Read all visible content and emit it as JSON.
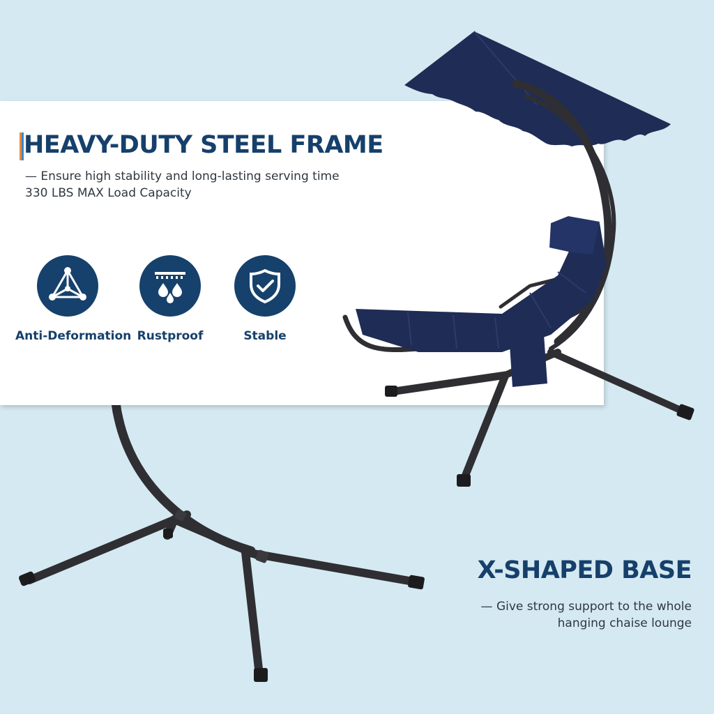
{
  "heading_top": "HEAVY-DUTY STEEL FRAME",
  "line_top_1": "— Ensure high stability and long-lasting serving time",
  "line_top_2": "330 LBS MAX Load Capacity",
  "features": [
    {
      "label": "Anti-Deformation",
      "icon": "structure-icon"
    },
    {
      "label": "Rustproof",
      "icon": "water-drops-icon"
    },
    {
      "label": "Stable",
      "icon": "shield-check-icon"
    }
  ],
  "heading_bottom": "X-SHAPED BASE",
  "line_bottom_1": "— Give strong support to the whole",
  "line_bottom_2": "hanging chaise lounge",
  "colors": {
    "background": "#d5e9f2",
    "brand_navy": "#16406b",
    "cushion_navy": "#1f2c55",
    "frame": "#2f2f33",
    "accent_orange": "#e8893a",
    "accent_blue": "#3f86c7"
  }
}
